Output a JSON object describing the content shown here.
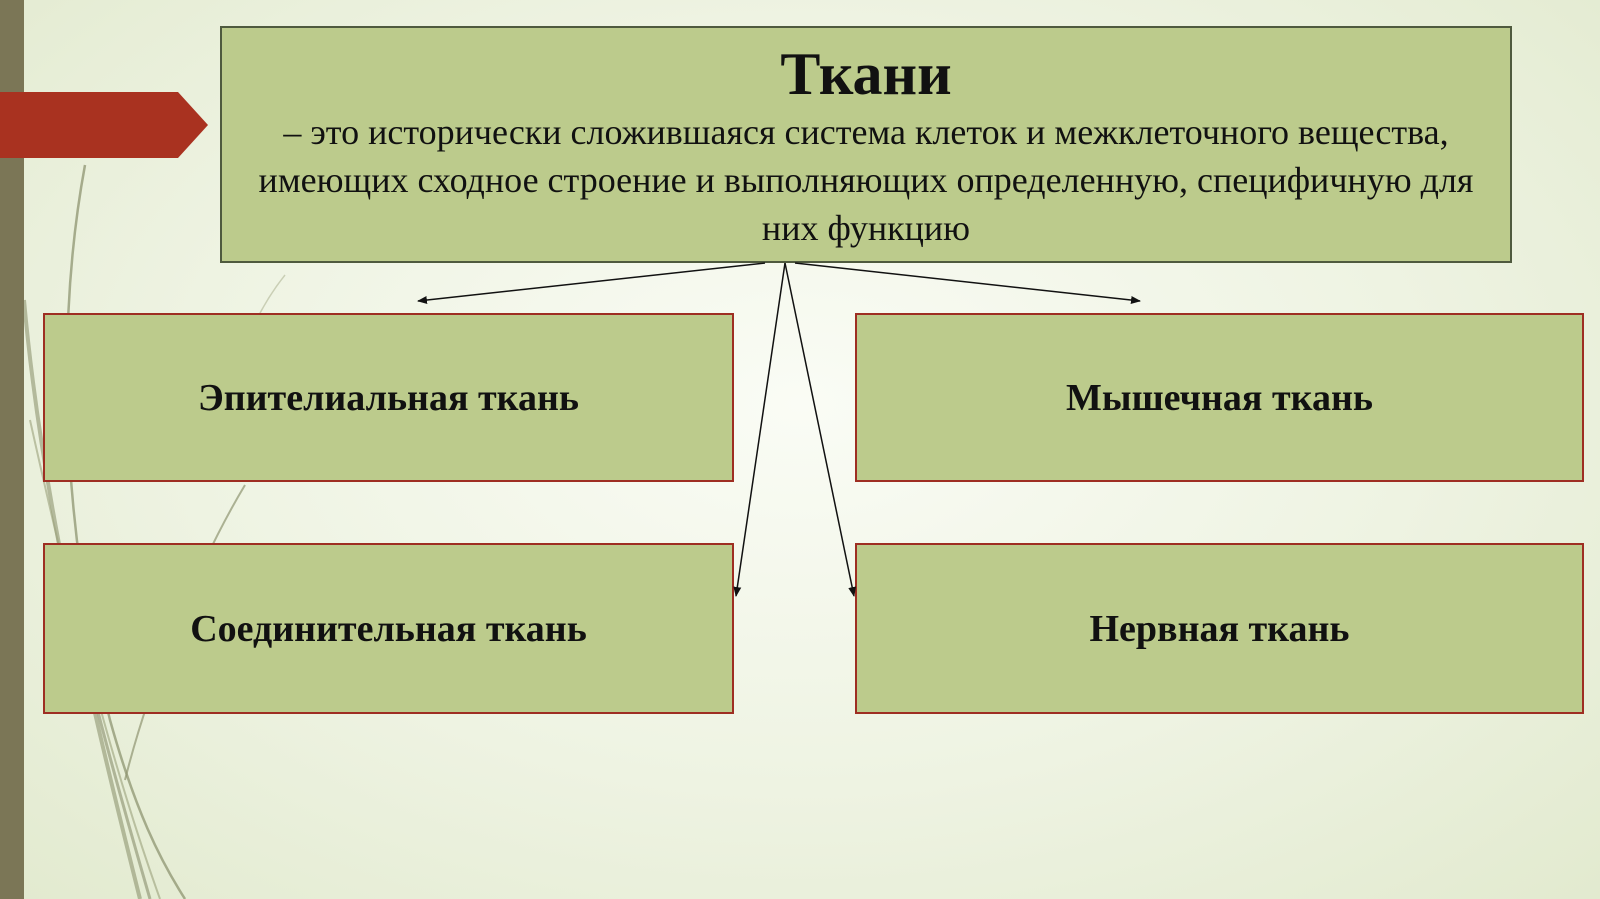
{
  "diagram": {
    "title": "Ткани",
    "definition": "– это исторически сложившаяся система клеток и межклеточного вещества, имеющих сходное строение и выполняющих определенную, специфичную для них функцию",
    "types": {
      "epithelial": "Эпителиальная ткань",
      "muscle": "Мышечная ткань",
      "connective": "Соединительная ткань",
      "nervous": "Нервная ткань"
    }
  },
  "colors": {
    "box_fill": "#bccb8c",
    "title_border": "#4f5a3e",
    "type_border": "#9e2e22",
    "accent_tab": "#a93220",
    "stripe": "#7b7656"
  }
}
